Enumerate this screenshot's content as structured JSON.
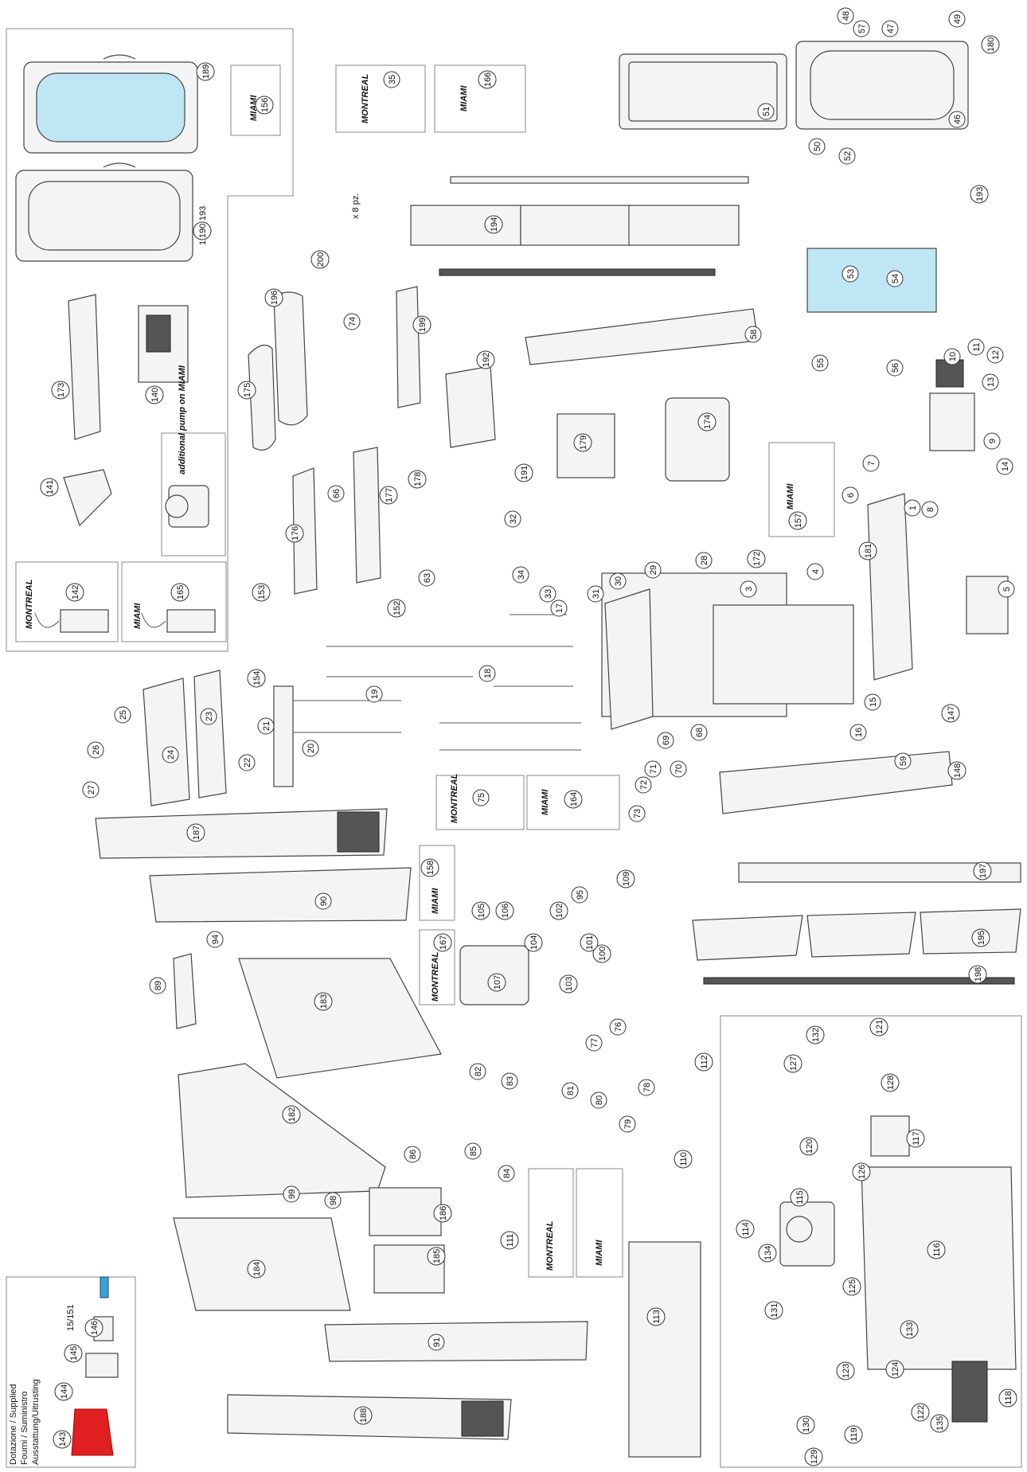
{
  "variant_labels": {
    "montreal": "MONTREAL",
    "miami": "MIAMI"
  },
  "notes": {
    "additional_pump": "additional pump on MIAMI",
    "quantity": "x 8 pz.",
    "door_combo": "190 + 193",
    "part_range": "15/151"
  },
  "supplied_box": {
    "lines": [
      "Dotazione / Supplied",
      "Fourni / Suministro",
      "Ausstattung/Uitrusting"
    ]
  },
  "colors": {
    "glass": "#bfe6f5",
    "glove": "#e02020",
    "brush": "#3aa0d8"
  },
  "callouts": [
    "1",
    "3",
    "4",
    "5",
    "6",
    "7",
    "8",
    "9",
    "10",
    "11",
    "12",
    "13",
    "14",
    "15",
    "16",
    "17",
    "18",
    "19",
    "20",
    "21",
    "22",
    "23",
    "24",
    "25",
    "26",
    "27",
    "28",
    "29",
    "30",
    "31",
    "32",
    "33",
    "34",
    "35",
    "46",
    "47",
    "48",
    "49",
    "50",
    "51",
    "52",
    "53",
    "54",
    "55",
    "56",
    "57",
    "58",
    "59",
    "63",
    "66",
    "68",
    "69",
    "70",
    "71",
    "72",
    "73",
    "74",
    "75",
    "76",
    "77",
    "78",
    "79",
    "80",
    "81",
    "82",
    "83",
    "84",
    "85",
    "86",
    "89",
    "90",
    "91",
    "94",
    "95",
    "98",
    "99",
    "100",
    "101",
    "102",
    "103",
    "104",
    "105",
    "106",
    "107",
    "109",
    "110",
    "111",
    "112",
    "113",
    "114",
    "115",
    "116",
    "117",
    "118",
    "119",
    "120",
    "121",
    "122",
    "123",
    "124",
    "125",
    "126",
    "127",
    "128",
    "129",
    "130",
    "131",
    "132",
    "133",
    "134",
    "135",
    "140",
    "141",
    "142",
    "143",
    "144",
    "145",
    "146",
    "147",
    "148",
    "152",
    "153",
    "154",
    "156",
    "157",
    "158",
    "164",
    "165",
    "166",
    "167",
    "172",
    "173",
    "174",
    "175",
    "176",
    "177",
    "178",
    "179",
    "180",
    "181",
    "182",
    "183",
    "184",
    "185",
    "186",
    "187",
    "188",
    "189",
    "190",
    "191",
    "192",
    "193",
    "194",
    "195",
    "196",
    "197",
    "198",
    "199",
    "200"
  ]
}
